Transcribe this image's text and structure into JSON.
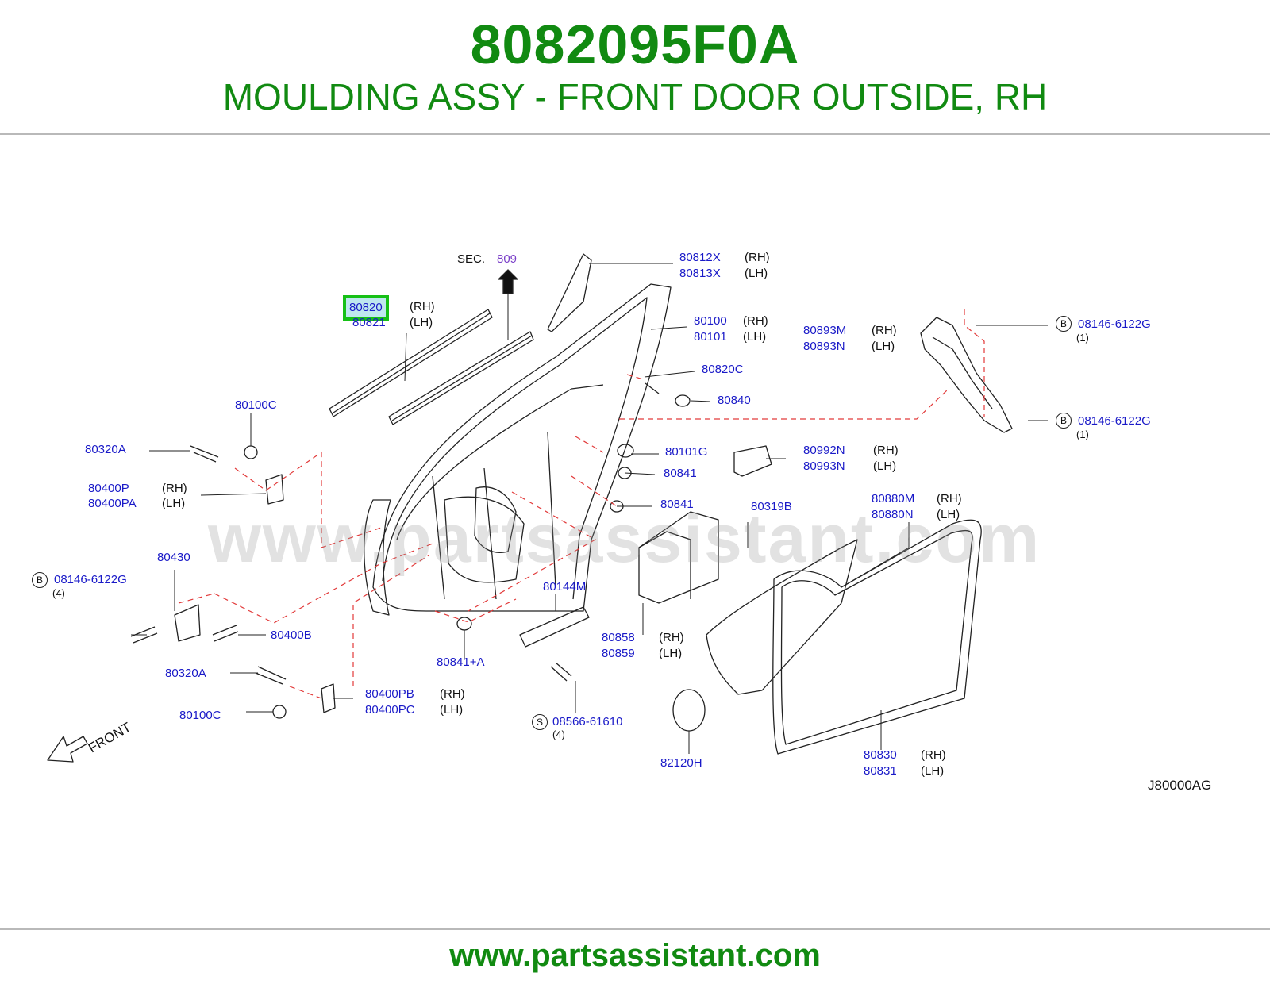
{
  "header": {
    "part_number": "8082095F0A",
    "description": "MOULDING ASSY - FRONT DOOR OUTSIDE, RH"
  },
  "footer": {
    "url": "www.partsassistant.com"
  },
  "diagram": {
    "watermark": "www.partsassistant.com",
    "diagram_code": "J80000AG",
    "front_label": "FRONT",
    "sec_label": "SEC.",
    "sec_number": "809",
    "highlighted_part": "80820",
    "labels": {
      "p80812X": "80812X",
      "p80812X_side": "(RH)",
      "p80813X": "80813X",
      "p80813X_side": "(LH)",
      "p80821": "80821",
      "p80820_side": "(RH)",
      "p80821_side": "(LH)",
      "p80100": "80100",
      "p80100_side": "(RH)",
      "p80101": "80101",
      "p80101_side": "(LH)",
      "p80893M": "80893M",
      "p80893M_side": "(RH)",
      "p80893N": "80893N",
      "p80893N_side": "(LH)",
      "b_top": "B",
      "bolt_top": "08146-6122G",
      "bolt_top_qty": "(1)",
      "b_mid": "B",
      "bolt_mid": "08146-6122G",
      "bolt_mid_qty": "(1)",
      "p80820C": "80820C",
      "p80840": "80840",
      "p80100C_top": "80100C",
      "p80320A_top": "80320A",
      "p80400P": "80400P",
      "p80400P_side": "(RH)",
      "p80400PA": "80400PA",
      "p80400PA_side": "(LH)",
      "p80101G": "80101G",
      "p80841_a": "80841",
      "p80841_b": "80841",
      "p80992N": "80992N",
      "p80992N_side": "(RH)",
      "p80993N": "80993N",
      "p80993N_side": "(LH)",
      "p80319B": "80319B",
      "p80880M": "80880M",
      "p80880M_side": "(RH)",
      "p80880N": "80880N",
      "p80880N_side": "(LH)",
      "p80430": "80430",
      "b_left": "B",
      "bolt_left": "08146-6122G",
      "bolt_left_qty": "(4)",
      "p80144M": "80144M",
      "p80400B": "80400B",
      "p80841A": "80841+A",
      "p80858": "80858",
      "p80858_side": "(RH)",
      "p80859": "80859",
      "p80859_side": "(LH)",
      "p80320A_bottom": "80320A",
      "p80400PB": "80400PB",
      "p80400PB_side": "(RH)",
      "p80400PC": "80400PC",
      "p80400PC_side": "(LH)",
      "p80100C_bottom": "80100C",
      "s_badge": "S",
      "screw": "08566-61610",
      "screw_qty": "(4)",
      "p82120H": "82120H",
      "p80830": "80830",
      "p80830_side": "(RH)",
      "p80831": "80831",
      "p80831_side": "(LH)"
    }
  }
}
